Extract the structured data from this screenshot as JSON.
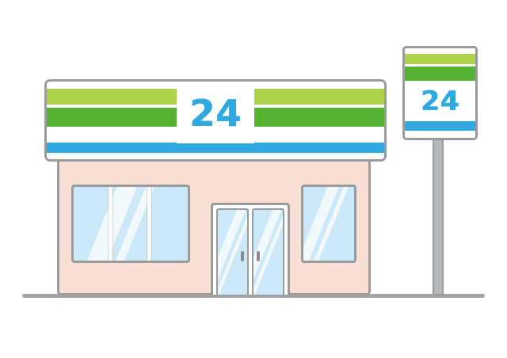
{
  "illustration": {
    "description": "Convenience store open 24 hours",
    "fascia_sign": {
      "label": "24"
    },
    "pole_sign": {
      "label": "24"
    },
    "colors": {
      "stripe-light-green": "#afd24c",
      "stripe-green": "#55b235",
      "stripe-blue": "#2fa9e0",
      "sign-text-blue": "#2fa9e0",
      "facade-pink": "#f8e0d6",
      "glass-blue": "#cbe9f8",
      "outline-gray": "#9b9b9b",
      "mullion-white": "#fbfbfb",
      "pole-gray": "#b4b8ba",
      "handle-gray": "#8a8a8a",
      "ground-gray": "#a3a3a3"
    }
  }
}
